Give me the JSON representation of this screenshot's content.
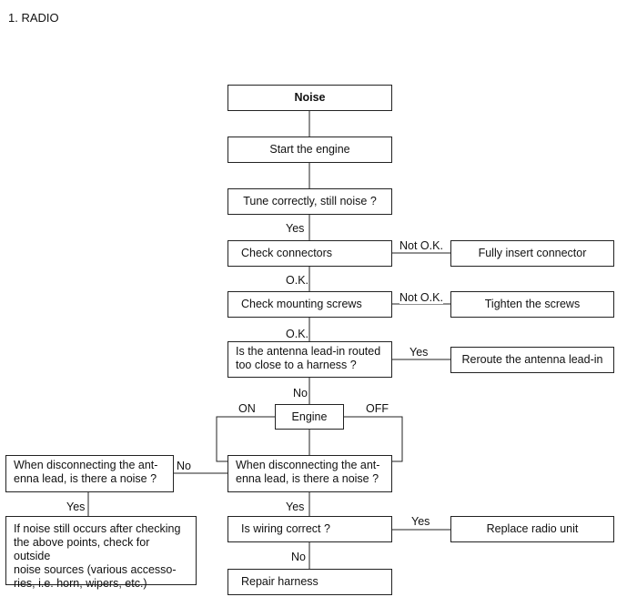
{
  "section_title": "1. RADIO",
  "nodes": {
    "noise": "Noise",
    "start_engine": "Start the engine",
    "tune": "Tune correctly, still noise ?",
    "check_connectors": "Check connectors",
    "fully_insert": "Fully insert connector",
    "check_mounting": "Check mounting screws",
    "tighten": "Tighten the screws",
    "antenna_routed_1": "Is the antenna lead-in routed",
    "antenna_routed_2": "too close to a harness ?",
    "reroute": "Reroute the antenna lead-in",
    "engine": "Engine",
    "disconnect_right_1": "When disconnecting  the ant-",
    "disconnect_right_2": "enna lead, is there a noise ?",
    "disconnect_left_1": "When disconnecting the ant-",
    "disconnect_left_2": "enna lead, is there a noise ?",
    "outside_1": "If noise still occurs after checking",
    "outside_2": "the above points, check for outside",
    "outside_3": "noise sources (various accesso-",
    "outside_4": "ries, i.e. horn, wipers, etc.)",
    "wiring": "Is wiring correct ?",
    "replace_radio": "Replace radio unit",
    "repair_harness": "Repair harness"
  },
  "edge_labels": {
    "yes_tune": "Yes",
    "notok_connectors": "Not O.K.",
    "ok_connectors": "O.K.",
    "notok_mounting": "Not O.K.",
    "ok_mounting": "O.K.",
    "yes_antenna": "Yes",
    "no_antenna": "No",
    "on": "ON",
    "off": "OFF",
    "no_disconnect": "No",
    "yes_left": "Yes",
    "yes_disconnect": "Yes",
    "yes_wiring": "Yes",
    "no_wiring": "No"
  }
}
